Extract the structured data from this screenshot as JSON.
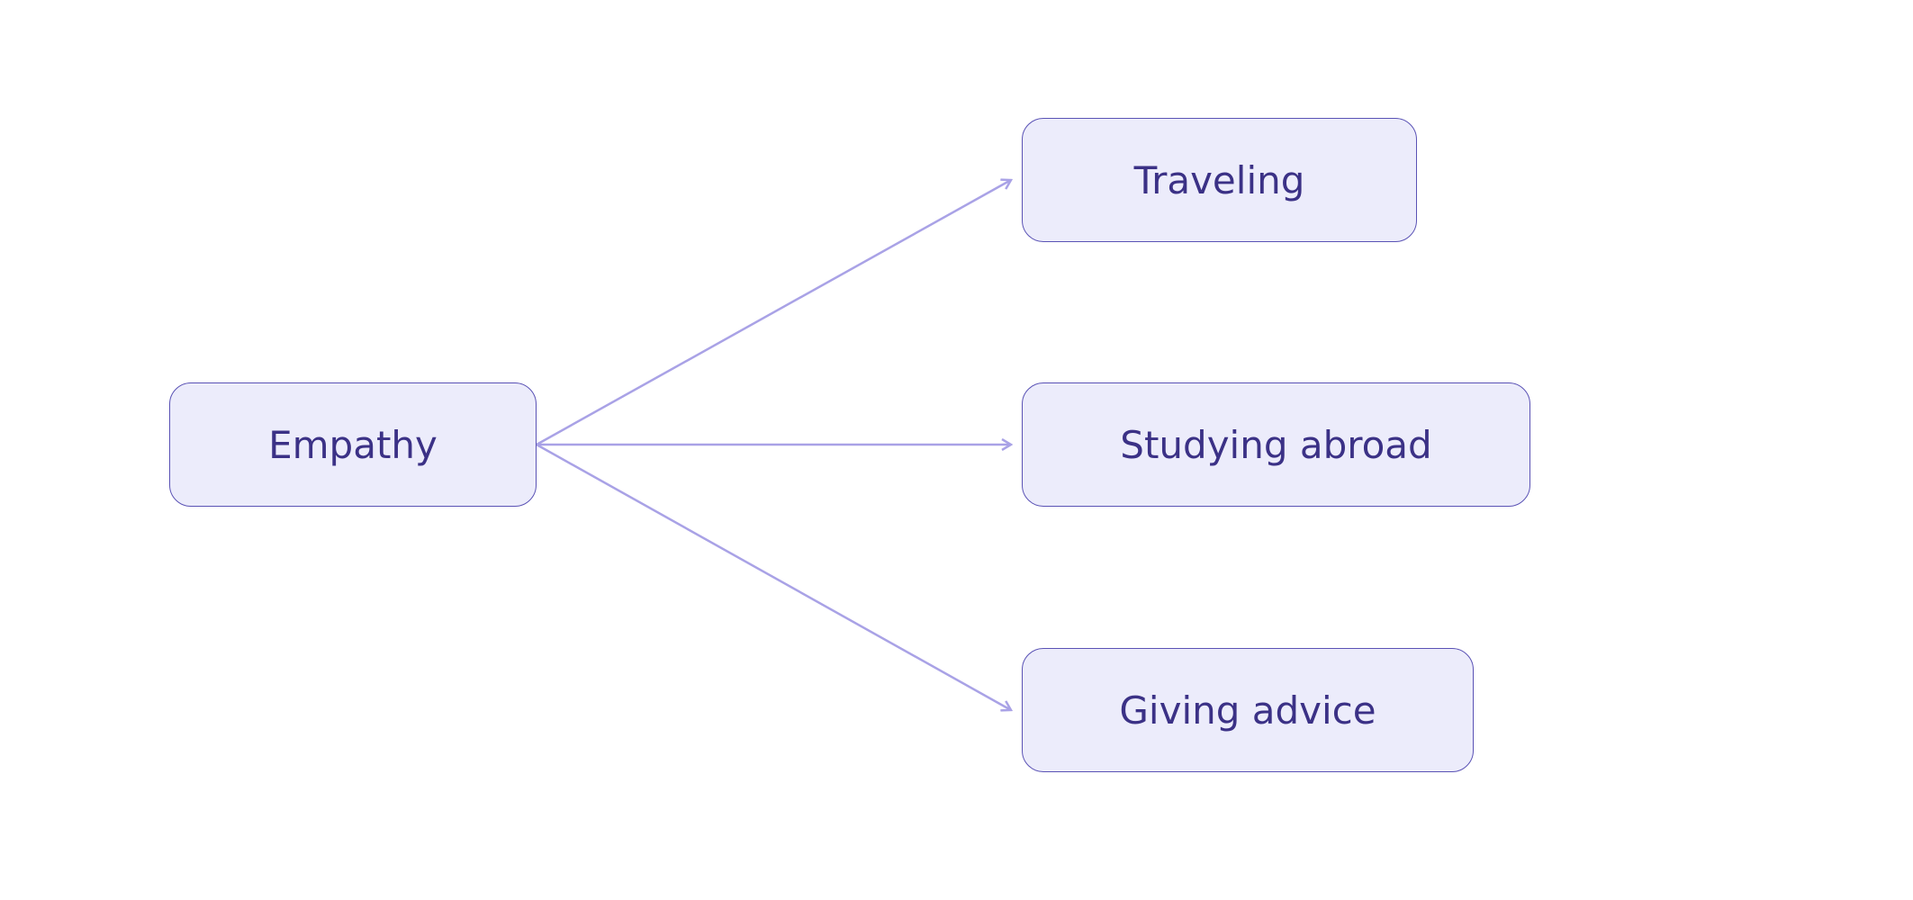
{
  "diagram": {
    "colors": {
      "node_fill": "#ececfb",
      "node_border": "#5a52b5",
      "text": "#3b3186",
      "edge": "#a9a2e6"
    },
    "root": {
      "id": "empathy",
      "label": "Empathy"
    },
    "children": [
      {
        "id": "traveling",
        "label": "Traveling"
      },
      {
        "id": "studying-abroad",
        "label": "Studying abroad"
      },
      {
        "id": "giving-advice",
        "label": "Giving advice"
      }
    ],
    "edges": [
      {
        "from": "empathy",
        "to": "traveling"
      },
      {
        "from": "empathy",
        "to": "studying-abroad"
      },
      {
        "from": "empathy",
        "to": "giving-advice"
      }
    ]
  }
}
